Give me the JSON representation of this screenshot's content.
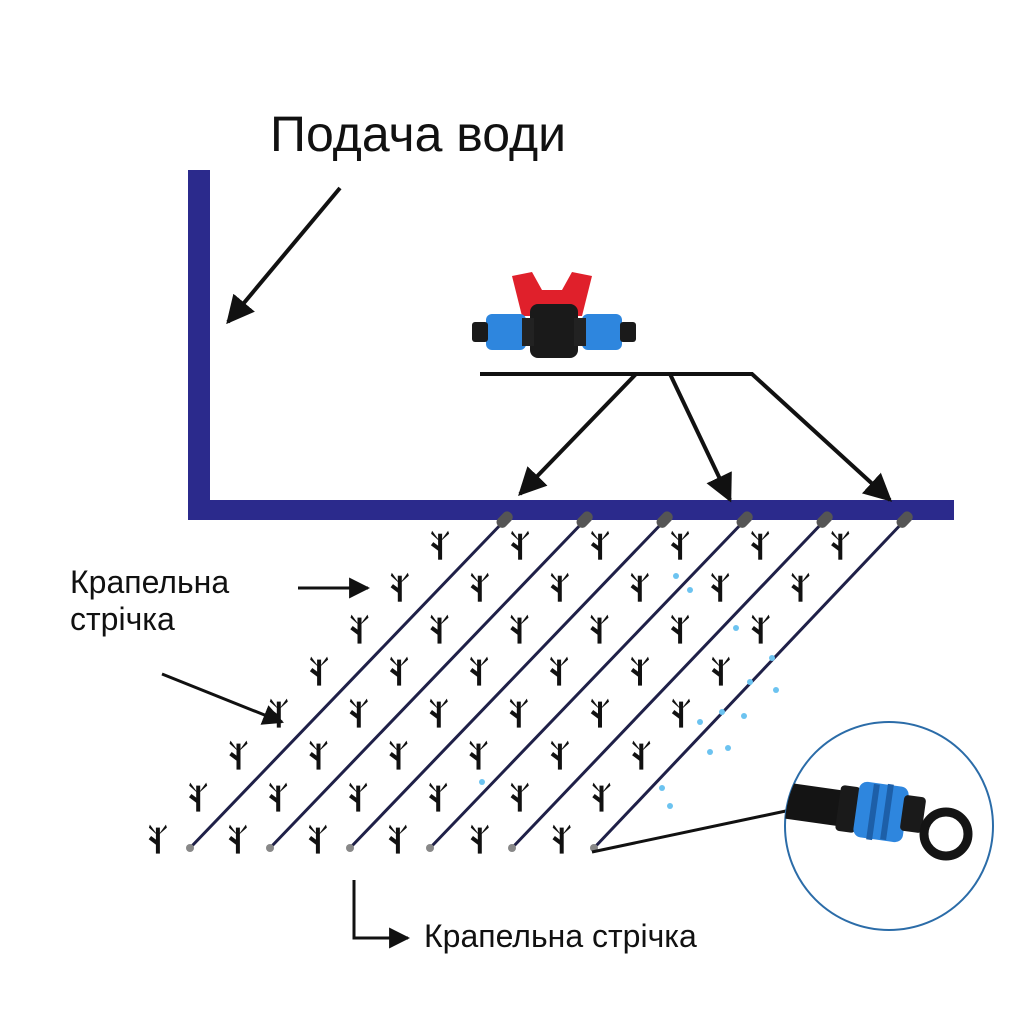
{
  "labels": {
    "water_supply": "Подача води",
    "drip_tape_left": "Крапельна\nстрічка",
    "drip_tape_bottom": "Крапельна стрічка"
  },
  "colors": {
    "main_pipe": "#2b2a8c",
    "drip_line": "#1f2048",
    "plant": "#111111",
    "arrow": "#111111",
    "valve_handle": "#e0202b",
    "valve_body": "#1a1a1a",
    "valve_coupling": "#2e86de",
    "water_drops": "#6cc3f0",
    "inset_border": "#2b6ca8"
  },
  "icons": {
    "valve": "valve-icon",
    "connector": "drip-connector-icon",
    "plant": "seedling-icon"
  }
}
